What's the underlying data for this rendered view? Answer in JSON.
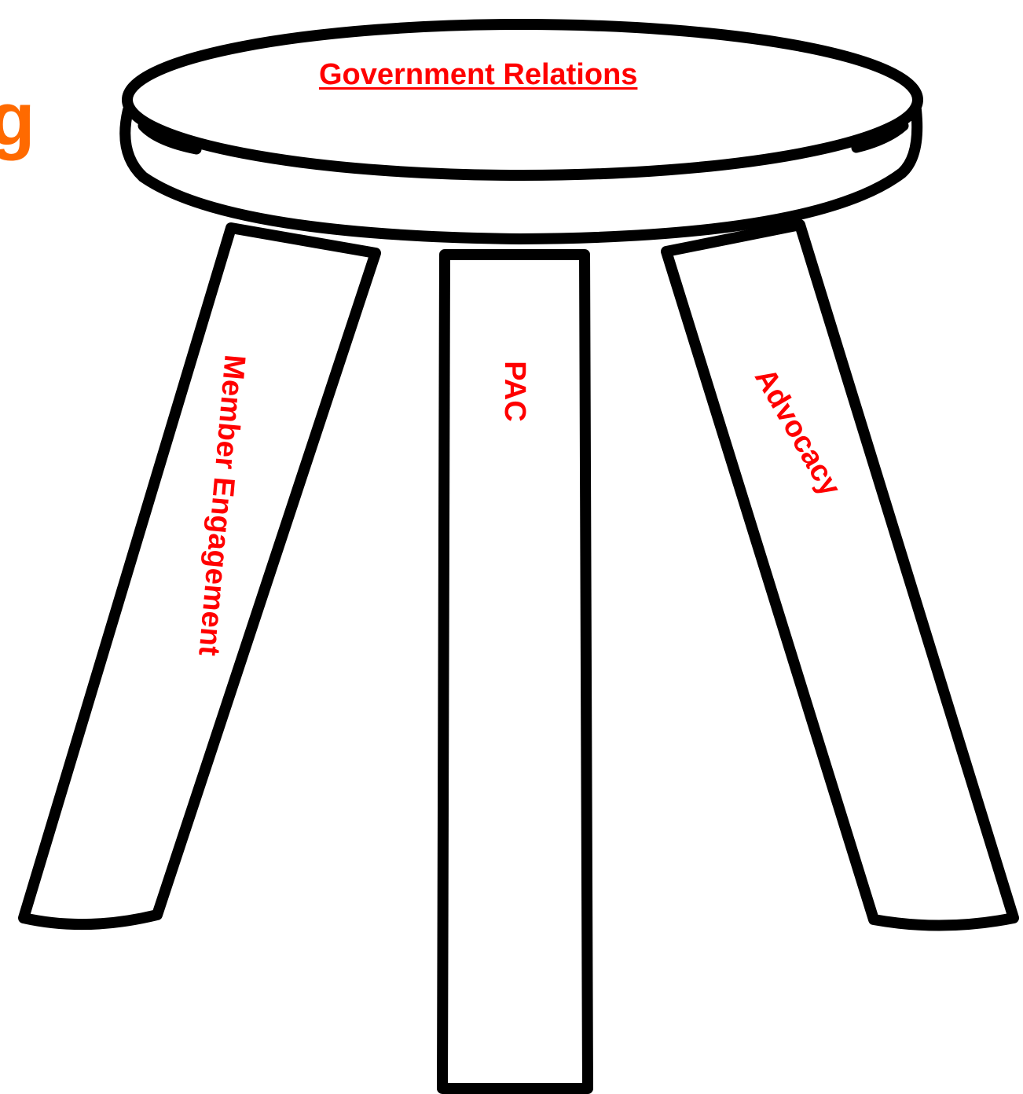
{
  "title": "Government Relations",
  "legs": {
    "left": "Member Engagement",
    "middle": "PAC",
    "right": "Advocacy"
  },
  "edge_fragment": "g",
  "colors": {
    "label": "#ff0000",
    "outline": "#000000",
    "fill": "#ffffff",
    "edge_fragment": "#ff6a00"
  }
}
